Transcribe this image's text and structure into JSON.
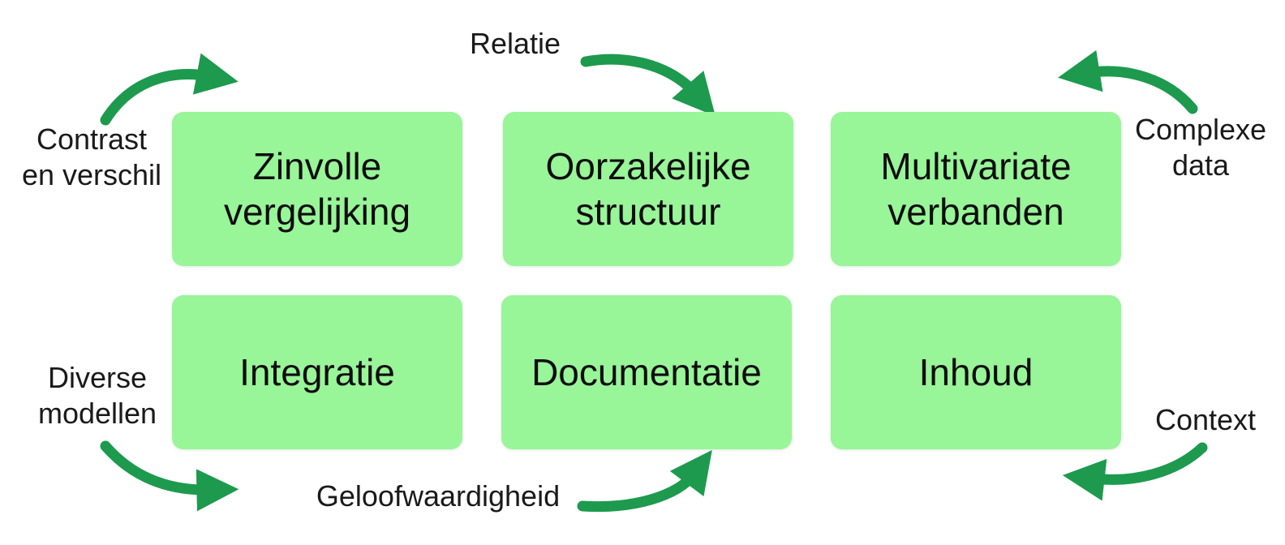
{
  "colors": {
    "box_fill": "#98f598",
    "arrow": "#1d9a4e",
    "text": "#111111"
  },
  "boxes": [
    {
      "text": "Zinvolle\nvergelijking"
    },
    {
      "text": "Oorzakelijke\nstructuur"
    },
    {
      "text": "Multivariate\nverbanden"
    },
    {
      "text": "Integratie"
    },
    {
      "text": "Documentatie"
    },
    {
      "text": "Inhoud"
    }
  ],
  "labels": {
    "contrast": "Contrast\nen verschil",
    "relatie": "Relatie",
    "complexe": "Complexe\ndata",
    "diverse": "Diverse\nmodellen",
    "geloofwaardigheid": "Geloofwaardigheid",
    "context": "Context"
  }
}
